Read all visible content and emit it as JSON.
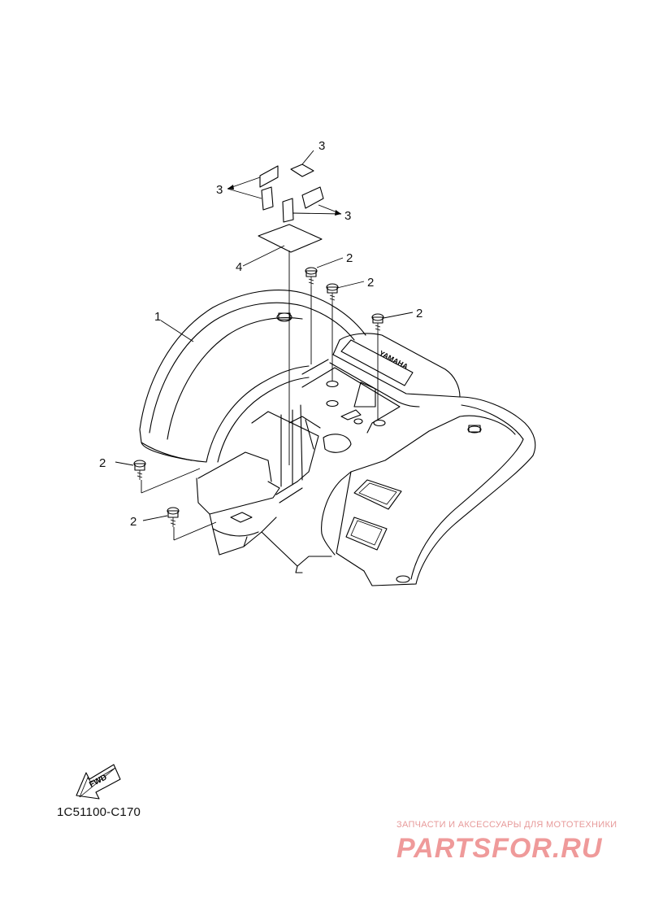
{
  "diagram": {
    "callouts": {
      "fender": "1",
      "bolt": "2",
      "reflector": "3",
      "label": "4"
    },
    "fwd_arrow": "FWD",
    "brand_mark": "YAMAHA",
    "diagram_code": "1C51100-C170"
  },
  "watermark": {
    "tagline": "ЗАПЧАСТИ И АКСЕССУАРЫ ДЛЯ МОТОТЕХНИКИ",
    "logo": "PARTSFOR.RU",
    "color": "#ef9a9a"
  }
}
